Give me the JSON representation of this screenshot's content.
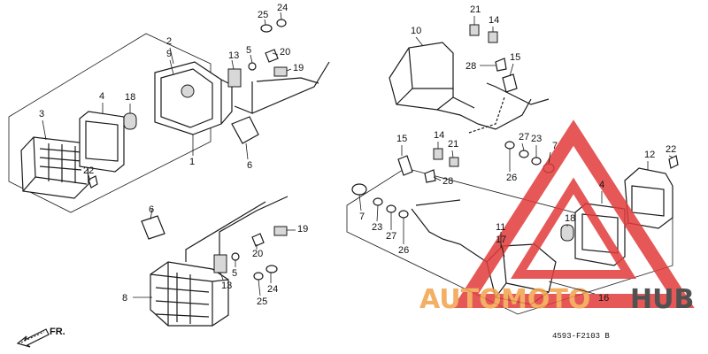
{
  "diagram_code": "4593-F2103 B",
  "front_arrow_label": "FR.",
  "watermark": {
    "text_a": "AUTO",
    "text_b": "MOTO",
    "text_c": "HUB",
    "color_orange": "#f2a24a",
    "color_red": "#e23b3b",
    "color_dark": "#333333"
  },
  "callouts": [
    {
      "id": "c1",
      "label": "1"
    },
    {
      "id": "c2",
      "label": "2"
    },
    {
      "id": "c9",
      "label": "9"
    },
    {
      "id": "c3",
      "label": "3"
    },
    {
      "id": "c4a",
      "label": "4"
    },
    {
      "id": "c18a",
      "label": "18"
    },
    {
      "id": "c22a",
      "label": "22"
    },
    {
      "id": "c25a",
      "label": "25"
    },
    {
      "id": "c24a",
      "label": "24"
    },
    {
      "id": "c13a",
      "label": "13"
    },
    {
      "id": "c5a",
      "label": "5"
    },
    {
      "id": "c20a",
      "label": "20"
    },
    {
      "id": "c19a",
      "label": "19"
    },
    {
      "id": "c6a",
      "label": "6"
    },
    {
      "id": "c6b",
      "label": "6"
    },
    {
      "id": "c8",
      "label": "8"
    },
    {
      "id": "c13b",
      "label": "13"
    },
    {
      "id": "c5b",
      "label": "5"
    },
    {
      "id": "c20b",
      "label": "20"
    },
    {
      "id": "c19b",
      "label": "19"
    },
    {
      "id": "c25b",
      "label": "25"
    },
    {
      "id": "c24b",
      "label": "24"
    },
    {
      "id": "c10",
      "label": "10"
    },
    {
      "id": "c21a",
      "label": "21"
    },
    {
      "id": "c14a",
      "label": "14"
    },
    {
      "id": "c28a",
      "label": "28"
    },
    {
      "id": "c15a",
      "label": "15"
    },
    {
      "id": "c15b",
      "label": "15"
    },
    {
      "id": "c14b",
      "label": "14"
    },
    {
      "id": "c21b",
      "label": "21"
    },
    {
      "id": "c28b",
      "label": "28"
    },
    {
      "id": "c27a",
      "label": "27"
    },
    {
      "id": "c23a",
      "label": "23"
    },
    {
      "id": "c7a",
      "label": "7"
    },
    {
      "id": "c26a",
      "label": "26"
    },
    {
      "id": "c12",
      "label": "12"
    },
    {
      "id": "c22b",
      "label": "22"
    },
    {
      "id": "c4b",
      "label": "4"
    },
    {
      "id": "c7b",
      "label": "7"
    },
    {
      "id": "c23b",
      "label": "23"
    },
    {
      "id": "c27b",
      "label": "27"
    },
    {
      "id": "c26b",
      "label": "26"
    },
    {
      "id": "c11",
      "label": "11"
    },
    {
      "id": "c17",
      "label": "17"
    },
    {
      "id": "c18b",
      "label": "18"
    },
    {
      "id": "c16",
      "label": "16"
    }
  ]
}
